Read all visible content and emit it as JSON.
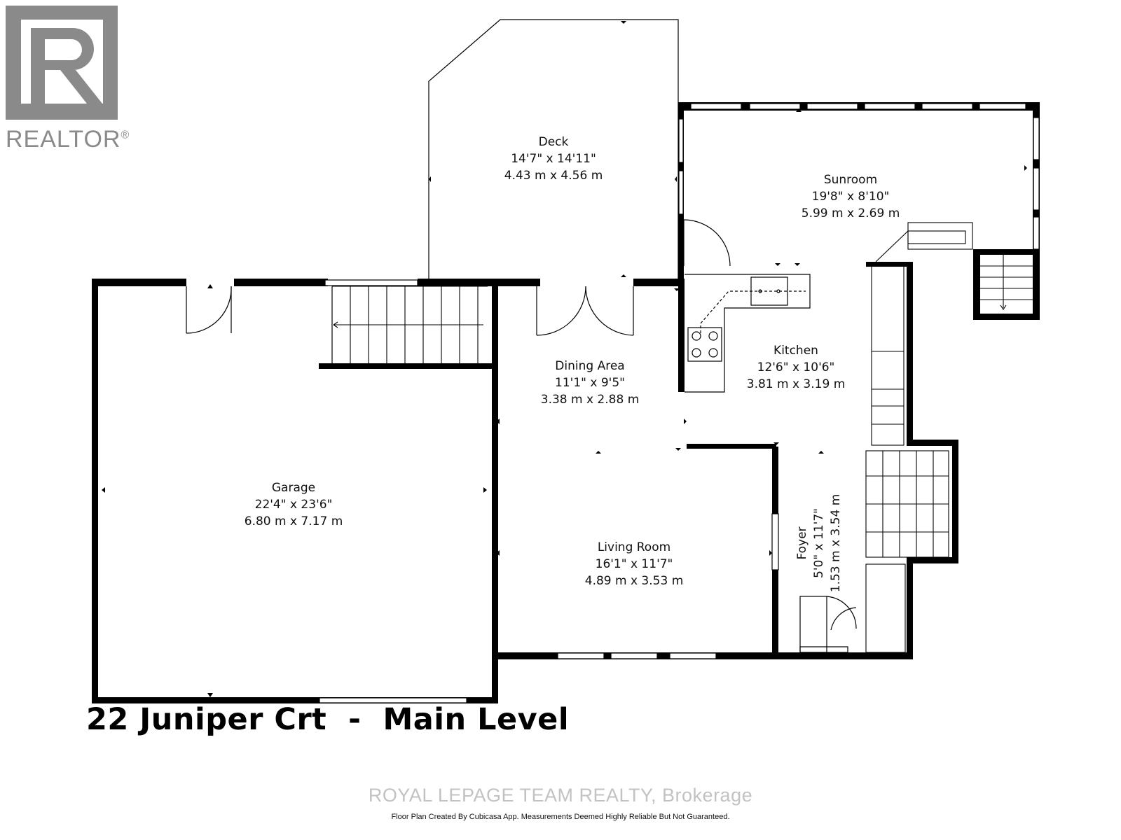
{
  "logo": {
    "brand": "REALTOR",
    "mark": "®",
    "color": "#8a8a8a",
    "icon": "realtor-r-logo-icon"
  },
  "title": "22 Juniper Crt  -  Main Level",
  "watermark": "ROYAL LEPAGE TEAM REALTY, Brokerage",
  "footer": "Floor Plan Created By Cubicasa App. Measurements Deemed Highly Reliable But Not Guaranteed.",
  "rooms": {
    "deck": {
      "name": "Deck",
      "imperial": "14'7\" x 14'11\"",
      "metric": "4.43 m x 4.56 m"
    },
    "sunroom": {
      "name": "Sunroom",
      "imperial": "19'8\" x 8'10\"",
      "metric": "5.99 m x 2.69 m"
    },
    "kitchen": {
      "name": "Kitchen",
      "imperial": "12'6\" x 10'6\"",
      "metric": "3.81 m x 3.19 m"
    },
    "dining": {
      "name": "Dining Area",
      "imperial": "11'1\" x 9'5\"",
      "metric": "3.38 m x 2.88 m"
    },
    "garage": {
      "name": "Garage",
      "imperial": "22'4\" x 23'6\"",
      "metric": "6.80 m x 7.17 m"
    },
    "living": {
      "name": "Living Room",
      "imperial": "16'1\" x 11'7\"",
      "metric": "4.89 m x 3.53 m"
    },
    "foyer": {
      "name": "Foyer",
      "imperial": "5'0\" x 11'7\"",
      "metric": "1.53 m x 3.54 m"
    }
  }
}
